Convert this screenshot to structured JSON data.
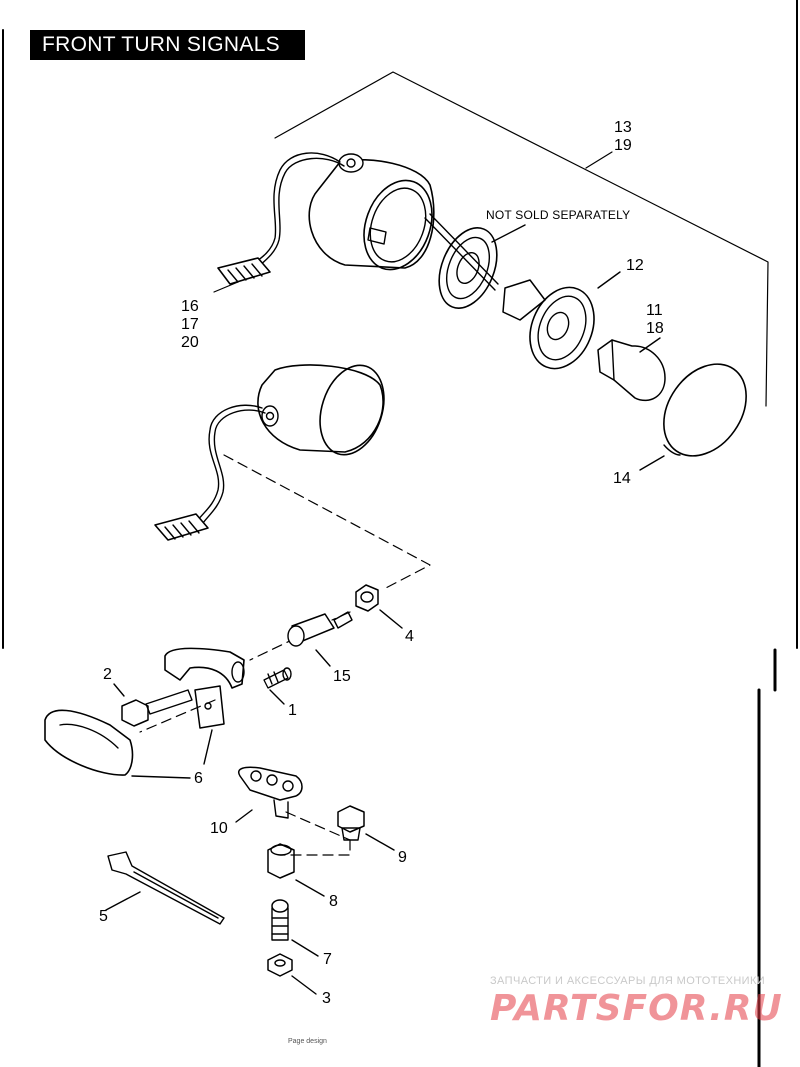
{
  "title": "FRONT TURN SIGNALS",
  "note": "NOT SOLD SEPARATELY",
  "callouts": {
    "c1": "1",
    "c2": "2",
    "c3": "3",
    "c4": "4",
    "c5": "5",
    "c6": "6",
    "c7": "7",
    "c8": "8",
    "c9": "9",
    "c10": "10",
    "c11_18": [
      "11",
      "18"
    ],
    "c12": "12",
    "c13_19": [
      "13",
      "19"
    ],
    "c14": "14",
    "c15": "15",
    "c16_17_20": [
      "16",
      "17",
      "20"
    ]
  },
  "watermark": {
    "line": "ЗАПЧАСТИ И АКСЕССУАРЫ ДЛЯ МОТОТЕХНИКИ",
    "logo": "PARTSFOR.RU",
    "color": "#e43c46"
  },
  "footer": "Page design"
}
